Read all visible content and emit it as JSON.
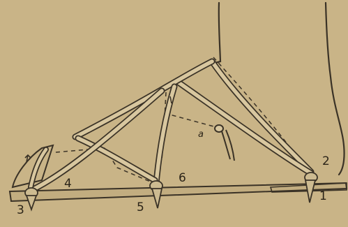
{
  "labels": {
    "peg1": "1",
    "peg2": "2",
    "peg3": "3",
    "peg4": "4",
    "peg5": "5",
    "peg6": "6",
    "strap_a": "a"
  },
  "colors": {
    "paper": "#c9b487",
    "ink": "#3a3226",
    "strap_fill": "#d8c79f",
    "peg_fill": "#cdbb91"
  }
}
